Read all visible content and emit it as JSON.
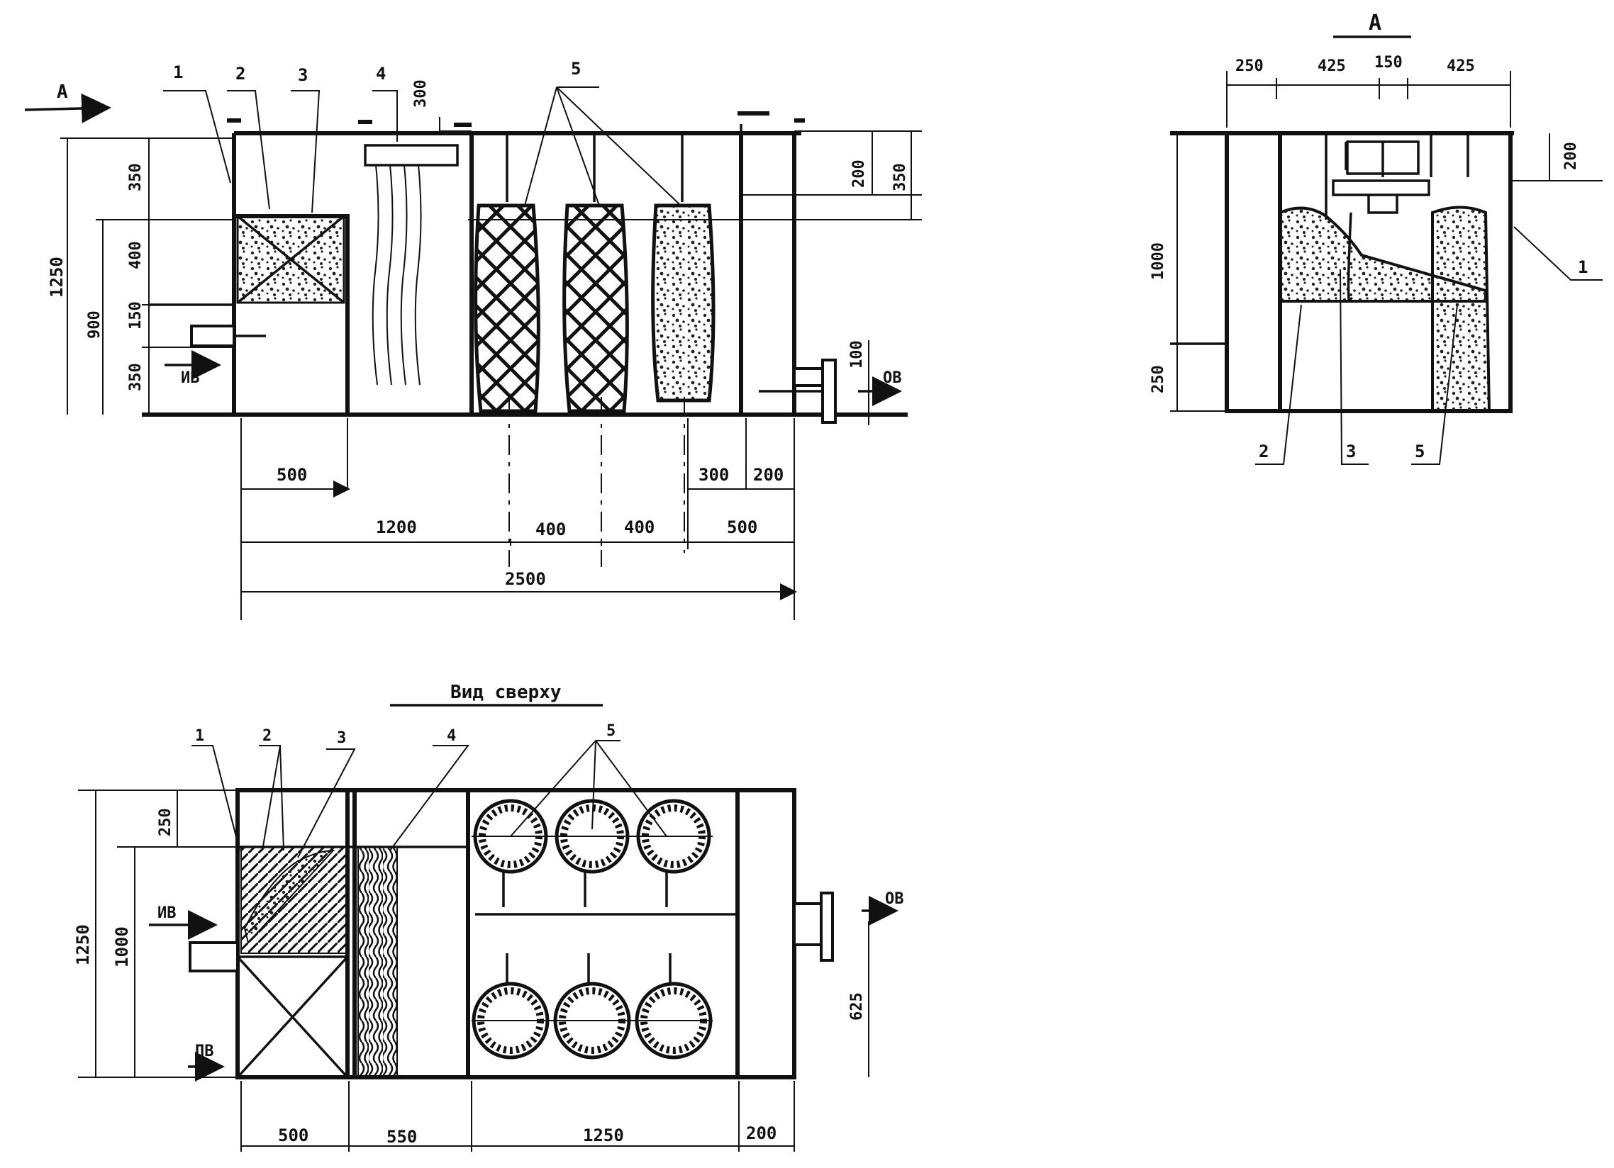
{
  "colors": {
    "ink": "#111111",
    "paper": "#ffffff",
    "fill_grain": "#222222"
  },
  "side_view": {
    "section_marker": "А",
    "callouts": [
      "1",
      "2",
      "3",
      "4",
      "5"
    ],
    "dims_height_left": [
      "1250",
      "900",
      "350",
      "400",
      "150",
      "350"
    ],
    "dim_top_300": "300",
    "dims_right": [
      "200",
      "350"
    ],
    "dim_100": "100",
    "inlet": "ИВ",
    "outlet": "ОВ",
    "dims_bottom": {
      "d500": "500",
      "d300": "300",
      "d200": "200",
      "d1200": "1200",
      "d400a": "400",
      "d400b": "400",
      "d500b": "500",
      "d2500": "2500"
    }
  },
  "section_a": {
    "title": "А",
    "dims_top": [
      "250",
      "425",
      "150",
      "425"
    ],
    "dims_left": [
      "1000",
      "250"
    ],
    "dim_right": "200",
    "callouts": [
      "1",
      "2",
      "3",
      "5"
    ]
  },
  "plan_view": {
    "title": "Вид сверху",
    "callouts": [
      "1",
      "2",
      "3",
      "4",
      "5"
    ],
    "dims_left": [
      "1250",
      "1000",
      "250"
    ],
    "inlet": "ИВ",
    "drain": "ПВ",
    "outlet": "ОВ",
    "dim_625": "625",
    "dims_bottom": [
      "500",
      "550",
      "1250",
      "200"
    ]
  }
}
